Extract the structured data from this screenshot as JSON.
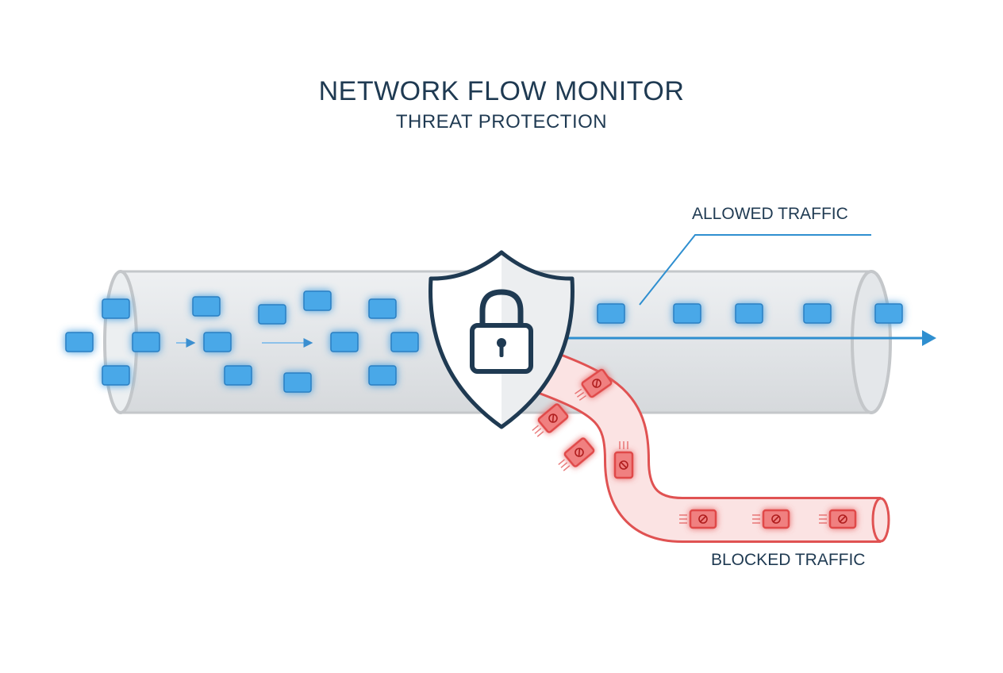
{
  "header": {
    "title": "NETWORK FLOW MONITOR",
    "subtitle": "THREAT PROTECTION"
  },
  "labels": {
    "allowed": "ALLOWED TRAFFIC",
    "blocked": "BLOCKED TRAFFIC"
  },
  "colors": {
    "allowed_packet": "#4aa8e8",
    "allowed_glow": "#8fd0ff",
    "blocked_packet": "#e04848",
    "blocked_pipe": "#e05252",
    "pipe": "#c7cacd",
    "shield_stroke": "#1f3a52"
  },
  "icons": {
    "shield": "shield-icon",
    "lock": "lock-icon",
    "blocked_packet": "no-entry-icon",
    "flow_arrow": "arrow-right-icon"
  }
}
